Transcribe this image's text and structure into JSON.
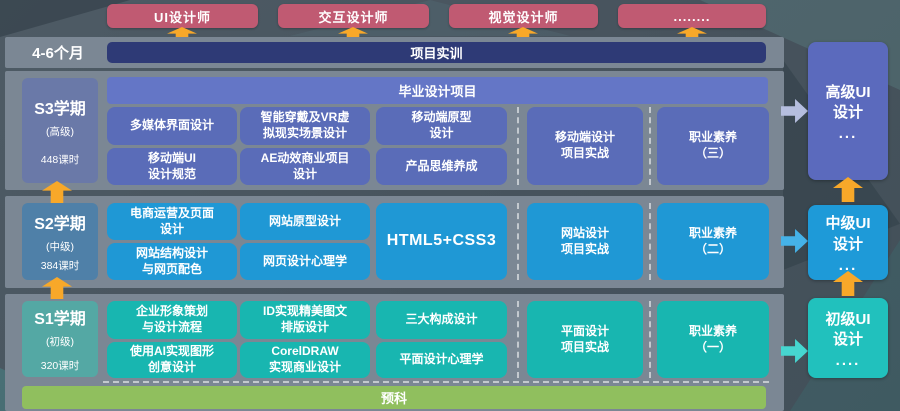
{
  "jobs": [
    "UI设计师",
    "交互设计师",
    "视觉设计师",
    "........"
  ],
  "duration_row": {
    "label": "4-6个月",
    "bar_label": "项目实训"
  },
  "sections": [
    {
      "name": "S3学期",
      "level": "(高级)",
      "hours": "448课时",
      "header": "毕业设计项目",
      "courses": {
        "r1c1": "多媒体界面设计",
        "r1c2": "智能穿戴及VR虚\n拟现实场景设计",
        "r1c3": "移动端原型\n设计",
        "r2c1": "移动端UI\n设计规范",
        "r2c2": "AE动效商业项目\n设计",
        "r2c3": "产品思维养成"
      },
      "practice": "移动端设计\n项目实战",
      "quality": "职业素养\n（三）"
    },
    {
      "name": "S2学期",
      "level": "(中级)",
      "hours": "384课时",
      "courses": {
        "r1c1": "电商运营及页面\n设计",
        "r1c2": "网站原型设计",
        "span": "HTML5+CSS3",
        "r2c1": "网站结构设计\n与网页配色",
        "r2c2": "网页设计心理学"
      },
      "practice": "网站设计\n项目实战",
      "quality": "职业素养\n（二）"
    },
    {
      "name": "S1学期",
      "level": "(初级)",
      "hours": "320课时",
      "courses": {
        "r1c1": "企业形象策划\n与设计流程",
        "r1c2": "ID实现精美图文\n排版设计",
        "r1c3": "三大构成设计",
        "r2c1": "使用AI实现图形\n创意设计",
        "r2c2": "CorelDRAW\n实现商业设计",
        "r2c3": "平面设计心理学"
      },
      "practice": "平面设计\n项目实战",
      "quality": "职业素养\n（一）"
    }
  ],
  "prep_bar": {
    "label": "预科"
  },
  "levels": [
    {
      "label": "高级UI\n设计",
      "dots": "..."
    },
    {
      "label": "中级UI\n设计",
      "dots": "..."
    },
    {
      "label": "初级UI\n设计",
      "dots": "...."
    }
  ],
  "colors": {
    "job_pink": "#c05a72",
    "project_navy": "#2e3a76",
    "panel_gray": "#7b8794",
    "s3_course": "#5a6cb8",
    "s3_label": "#6a79a8",
    "s3_header": "#6476c6",
    "s2_course": "#1f98d5",
    "s2_label": "#4f80a8",
    "s1_course": "#18b6b0",
    "s1_label": "#54a8a4",
    "prep_green": "#90bf5e",
    "arrow_orange": "#f8a829",
    "level_advanced": "#5b6abd",
    "level_intermediate": "#1e9ad8",
    "level_beginner": "#21c1bd"
  }
}
